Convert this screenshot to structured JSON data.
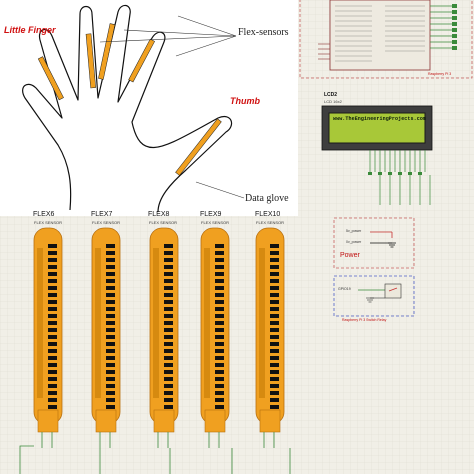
{
  "hand": {
    "little_finger_label": "Little Finger",
    "thumb_label": "Thumb",
    "flex_sensors_label": "Flex-sensors",
    "data_glove_label": "Data glove"
  },
  "flex_sensors": [
    {
      "name": "FLEX6",
      "subtitle": "FLEX SENSOR"
    },
    {
      "name": "FLEX7",
      "subtitle": "FLEX SENSOR"
    },
    {
      "name": "FLEX8",
      "subtitle": "FLEX SENSOR"
    },
    {
      "name": "FLEX9",
      "subtitle": "FLEX SENSOR"
    },
    {
      "name": "FLEX10",
      "subtitle": "FLEX SENSOR"
    }
  ],
  "lcd": {
    "name": "LCD2",
    "model": "LCD 16x2",
    "display_text": "www.TheEngineeringProjects.com"
  },
  "power": {
    "label": "Power",
    "vcc_label": "5v_power",
    "gnd_label": "0v_power"
  },
  "relay": {
    "pin_label": "GPIO19"
  },
  "footer_labels": {
    "module": "Raspberry Pi 3",
    "relay_caption": "Raspberry Pi 3 Switch Relay"
  },
  "colors": {
    "background": "#f1efe7",
    "grid": "#dcd9cf",
    "sensor_orange": "#f0a020",
    "sensor_black": "#111111",
    "wire_red": "#c83030",
    "lcd_green": "#a8c838",
    "pin_green": "#3a8a3a"
  }
}
